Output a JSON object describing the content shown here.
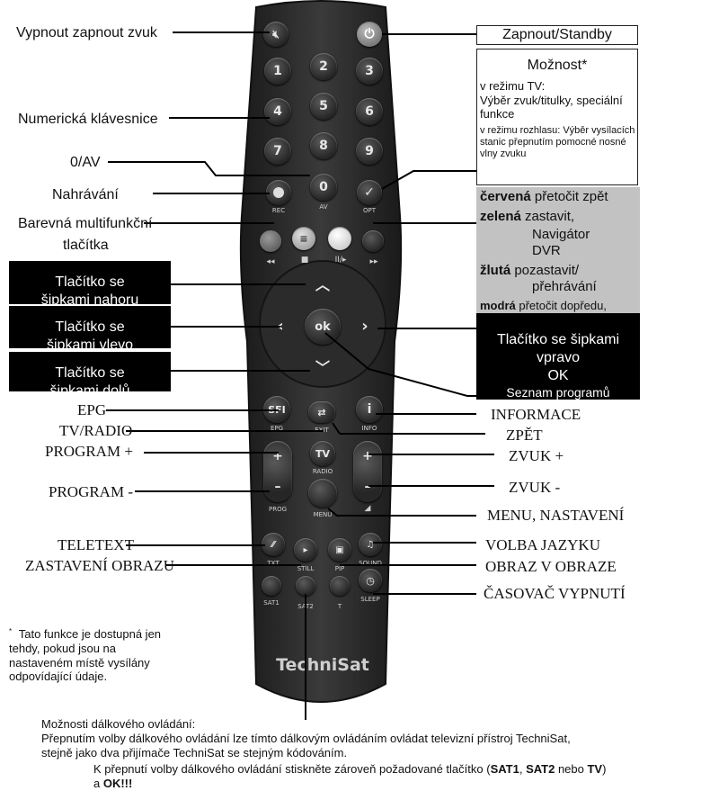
{
  "left_labels": {
    "mute": "Vypnout zapnout zvuk",
    "numeric": "Numerická klávesnice",
    "zero_av": "0/AV",
    "record": "Nahrávání",
    "color_l1": "Barevná multifunkční",
    "color_l2": "tlačítka",
    "arrow_up": "Tlačítko se šipkami nahoru",
    "arrow_left": "Tlačítko se šipkami vlevo",
    "arrow_down": "Tlačítko se šipkami dolů",
    "epg": "EPG",
    "tv_radio": "TV/RADIO",
    "prog_plus": "PROGRAM +",
    "prog_minus": "PROGRAM -",
    "teletext": "TELETEXT",
    "still": "ZASTAVENÍ OBRAZU"
  },
  "right_labels": {
    "power": "Zapnout/Standby",
    "option_title": "Možnost*",
    "option_tv_head": "v režimu TV:",
    "option_tv_text": "Výběr zvuk/titulky, speciální funkce",
    "option_radio_head": "v režimu rozhlasu:",
    "option_radio_text": " Výběr vysílacích stanic přepnutím pomocné nosné vlny zvuku",
    "red_key": "červená",
    "red_text": " přetočit zpět",
    "green_key": "zelená",
    "green_text": " zastavit,",
    "green_text2": "Navigátor",
    "green_text3": "DVR",
    "yellow_key": "žlutá",
    "yellow_text": " pozastavit/",
    "yellow_text2": "přehrávání",
    "blue_key": "modrá",
    "blue_text": " přetočit dopředu,",
    "arrow_right": "Tlačítko se šipkami vpravo",
    "ok": "OK",
    "ok_sub": "Seznam programů",
    "info": "INFORMACE",
    "back": "ZPĚT",
    "vol_plus": "ZVUK +",
    "vol_minus": "ZVUK -",
    "menu": "MENU, NASTAVENÍ",
    "lang": "VOLBA JAZYKU",
    "pip": "OBRAZ V OBRAZE",
    "sleep": "ČASOVAČ VYPNUTÍ"
  },
  "remote": {
    "brand": "TechniSat",
    "digits": [
      "1",
      "2",
      "3",
      "4",
      "5",
      "6",
      "7",
      "8",
      "9"
    ],
    "zero": "0",
    "rec": "REC",
    "av": "AV",
    "opt": "OPT",
    "ok": "ok",
    "sfi": "SFI",
    "epg": "EPG",
    "exit": "EXIT",
    "info": "INFO",
    "tv": "TV",
    "radio": "RADIO",
    "prog": "PROG",
    "menu": "MENU",
    "txt": "TXT",
    "still": "STILL",
    "pip": "PIP",
    "sound": "SOUND",
    "sleep": "SLEEP",
    "sat1": "SAT1",
    "sat2": "SAT2",
    "t": "T"
  },
  "footnote": "Tato funkce je dostupná jen tehdy, pokud jsou na nastaveném místě vysílány odpovídající údaje.",
  "footnote_star": "*",
  "bottom": {
    "line1": "Možnosti dálkového ovládání:",
    "line2": "Přepnutím volby dálkového ovládání lze tímto dálkovým ovládáním ovládat televizní přístroj TechniSat,",
    "line3": "stejně jako dva přijímače TechniSat se stejným kódováním.",
    "line4a": "K přepnutí volby dálkového ovládání stiskněte zároveň požadované tlačítko (",
    "sat1": "SAT1",
    "comma": ", ",
    "sat2": "SAT2",
    "nebo": " nebo ",
    "tv": "TV",
    "close": ")",
    "line5a": "a ",
    "ok": "OK!!!"
  }
}
